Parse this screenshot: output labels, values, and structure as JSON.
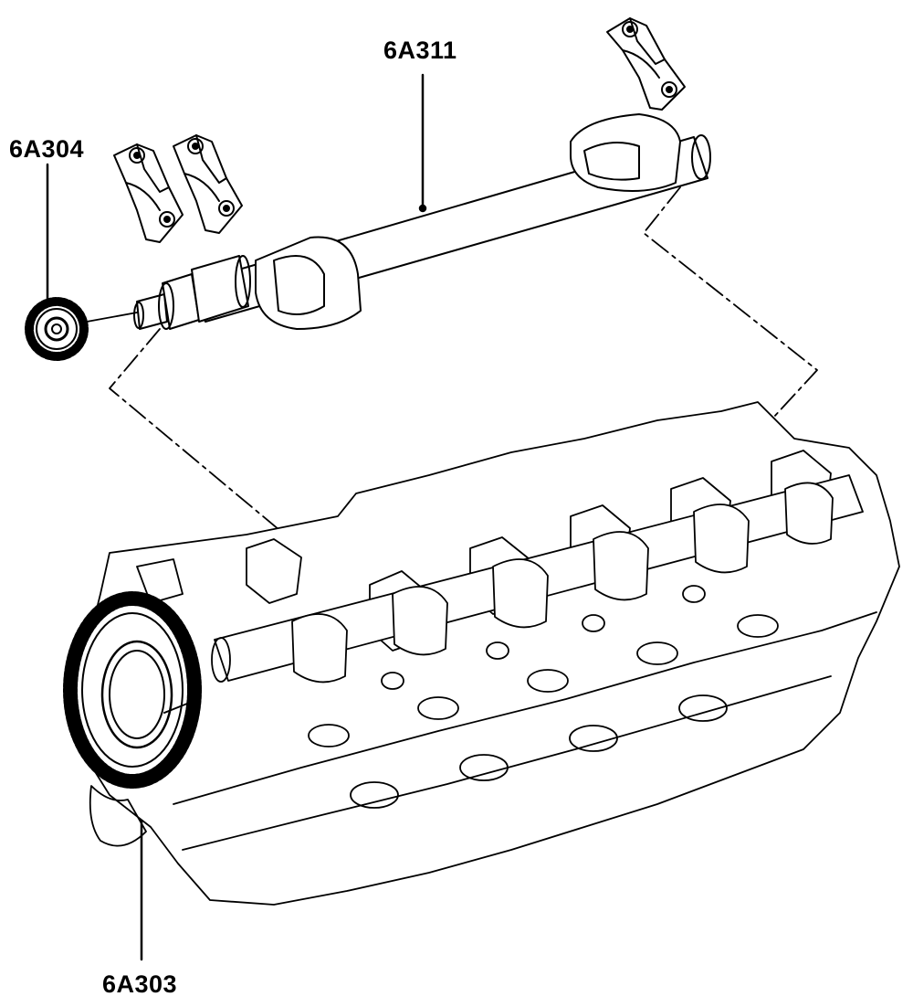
{
  "callouts": {
    "camshaft": "6A311",
    "camshaft_gear_small": "6A304",
    "camshaft_gear_large": "6A303"
  },
  "colors": {
    "ink": "#000000",
    "paper": "#ffffff"
  }
}
